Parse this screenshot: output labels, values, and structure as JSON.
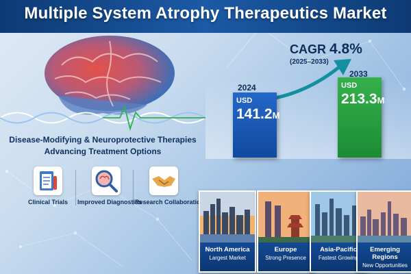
{
  "title": "Multiple System Atrophy Therapeutics Market",
  "tagline": {
    "line1": "Disease-Modifying & Neuroprotective Therapies",
    "line2": "Advancing Treatment Options"
  },
  "growth": {
    "cagr_label": "CAGR",
    "cagr_value": "4.8%",
    "period": "(2025–2033)"
  },
  "chart_data": {
    "type": "bar",
    "categories": [
      "2024",
      "2033"
    ],
    "values": [
      141.2,
      213.3
    ],
    "value_labels": [
      {
        "prefix": "USD",
        "number": "141.2",
        "unit": "M"
      },
      {
        "prefix": "USD",
        "number": "213.3",
        "unit": "M"
      }
    ],
    "colors": [
      "#1a5bb8",
      "#2aa043"
    ]
  },
  "features": [
    {
      "label": "Clinical Trials",
      "icon": "clipboard-test-tube-icon"
    },
    {
      "label": "Improved Diagnostics",
      "icon": "magnifier-brain-icon"
    },
    {
      "label": "Research Collaborations",
      "icon": "handshake-icon"
    }
  ],
  "regions": [
    {
      "name": "North America",
      "desc": "Largest Market"
    },
    {
      "name": "Europe",
      "desc": "Strong Presence"
    },
    {
      "name": "Asia-Pacific",
      "desc": "Fastest Growing"
    },
    {
      "name": "Emerging Regions",
      "desc": "New Opportunities"
    }
  ],
  "colors": {
    "primary_blue": "#1a5bb8",
    "growth_green": "#2aa043",
    "dark_navy": "#0e2e5a"
  }
}
